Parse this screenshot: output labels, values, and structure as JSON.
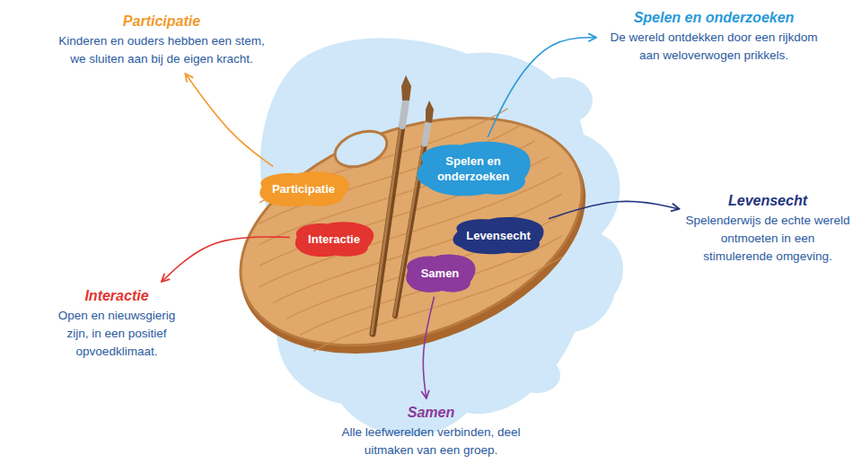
{
  "diagram": {
    "nodes": [
      {
        "text": [
          "Participatie"
        ]
      },
      {
        "text": [
          "Spelen en onderzoeken"
        ]
      },
      {
        "text": [
          "Interactie"
        ]
      },
      {
        "text": [
          "Levensecht"
        ]
      },
      {
        "text": [
          "Samen"
        ]
      },
      {
        "text": [
          "Participatie",
          "Kinderen en ouders hebben een stem, we sluiten aan bij de eigen kracht."
        ]
      },
      {
        "text": [
          "Spelen en onderzoeken",
          "De wereld ontdekken door een rijkdom aan weloverwogen prikkels."
        ]
      },
      {
        "text": [
          "Levensecht",
          "Spelenderwijs de echte wereld ontmoeten in een stimulerende omgeving."
        ]
      },
      {
        "text": [
          "Interactie",
          "Open en nieuwsgierig zijn, in een positief opvoedklimaat."
        ]
      },
      {
        "text": [
          "Samen",
          "Alle leefwerelden verbinden, deel uitmaken van een groep."
        ]
      }
    ],
    "edges": [
      {
        "from": 0,
        "to": 5,
        "arrow": "to"
      },
      {
        "from": 1,
        "to": 6,
        "arrow": "to"
      },
      {
        "from": 3,
        "to": 7,
        "arrow": "to"
      },
      {
        "from": 2,
        "to": 8,
        "arrow": "to"
      },
      {
        "from": 4,
        "to": 9,
        "arrow": "to"
      }
    ]
  }
}
